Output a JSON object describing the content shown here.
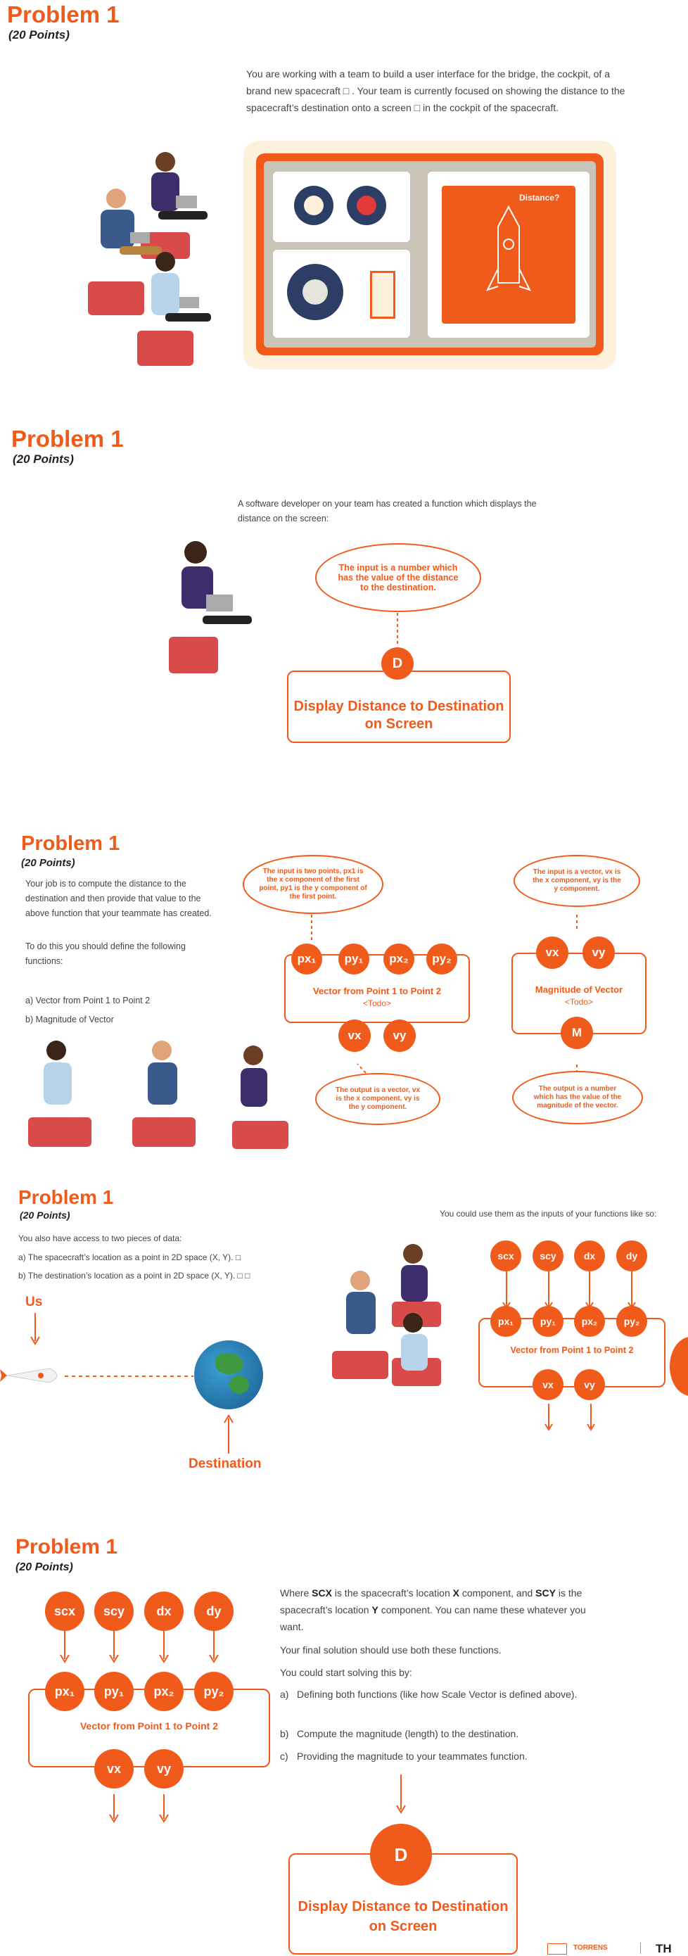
{
  "problem": {
    "title": "Problem 1",
    "points": "(20 Points)"
  },
  "slide1": {
    "intro": "You are working with a team to build a user interface for the bridge, the cockpit, of a brand new spacecraft □ . Your team is currently focused on showing the distance to the spacecraft’s destination onto a screen □  in the cockpit of the spacecraft.",
    "screen_label": "Distance?"
  },
  "slide2": {
    "intro": "A software developer on your team has created a function which displays the distance on the screen:",
    "cloud": "The input is a number which has the value of the distance to the destination.",
    "node": "D",
    "box": "Display Distance to Destination on Screen"
  },
  "slide3": {
    "para1": "Your job is to compute the distance to the destination and then provide that value to the above function that your teammate has created.",
    "para2": "To do this you should define the following functions:",
    "item_a": "a)  Vector from Point 1 to Point 2",
    "item_b": "b)  Magnitude of Vector",
    "cloud_in1": "The input is two points, px1 is the x component of the first point, py1 is the y component of the first point.",
    "cloud_in2": "The input is a vector, vx is the x component, vy is the y component.",
    "cloud_out1": "The output is a vector, vx is the x component, vy is the y component.",
    "cloud_out2": "The output is a number which has the value of the magnitude of the vector.",
    "nodes": {
      "px1": "px₁",
      "py1": "py₁",
      "px2": "px₂",
      "py2": "py₂",
      "vx": "vx",
      "vy": "vy",
      "m": "M"
    },
    "fn1": "Vector from Point 1 to Point 2",
    "fn2": "Magnitude of Vector",
    "todo": "<Todo>"
  },
  "slide4": {
    "para1": "You also have access to two pieces of data:",
    "item_a": "a)  The spacecraft’s location as a point in 2D space (X, Y). □",
    "item_b": "b)  The destination’s location as a point in 2D space (X, Y). □  □",
    "right_note": "You could use them as the inputs of your functions like so:",
    "us": "Us",
    "destination": "Destination",
    "inputs": [
      "scx",
      "scy",
      "dx",
      "dy"
    ],
    "params": [
      "px₁",
      "py₁",
      "px₂",
      "py₂"
    ],
    "fn": "Vector from Point 1 to Point 2",
    "outs": [
      "vx",
      "vy"
    ]
  },
  "slide5": {
    "inputs": [
      "scx",
      "scy",
      "dx",
      "dy"
    ],
    "params": [
      "px₁",
      "py₁",
      "px₂",
      "py₂"
    ],
    "fn": "Vector from Point 1 to Point 2",
    "outs": [
      "vx",
      "vy"
    ],
    "where_a": "Where ",
    "scx": "SCX",
    "where_b": " is the spacecraft’s location ",
    "x": "X",
    "where_c": " component, and ",
    "scy": "SCY",
    "where_d": " is the spacecraft’s location ",
    "y": "Y",
    "where_e": " component. You can name these whatever you want.",
    "final": "Your final solution should use both these functions.",
    "start": "You could start solving this by:",
    "step_a": "Defining both functions (like how Scale Vector is defined above).",
    "step_b": "Compute the magnitude (length) to the destination.",
    "step_c": "Providing the magnitude to your teammates function.",
    "node": "D",
    "box": "Display Distance to Destination on Screen",
    "footer_logo": "TORRENS",
    "footer_right": "TH"
  },
  "colors": {
    "accent": "#f05a1a",
    "dark": "#2c3e66",
    "panel": "#c9c3b8"
  }
}
